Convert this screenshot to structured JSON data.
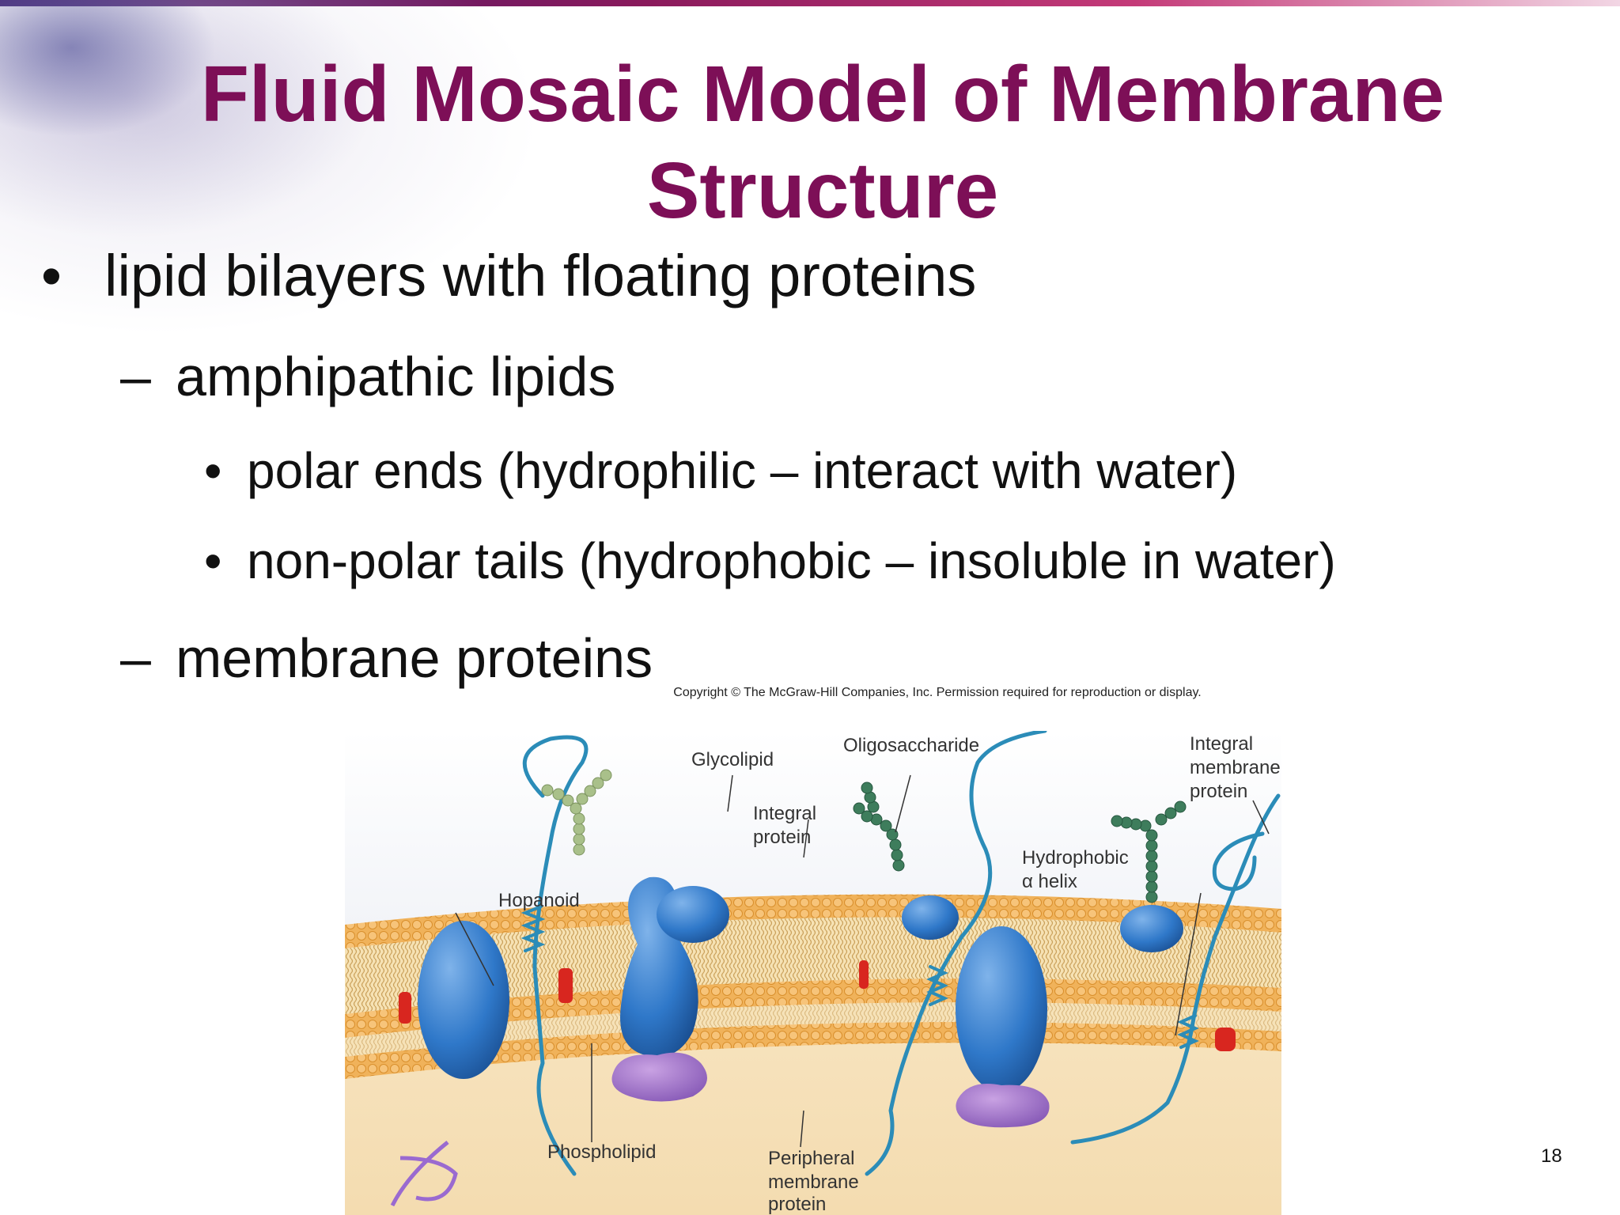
{
  "slide": {
    "title_line1": "Fluid Mosaic Model of Membrane",
    "title_line2": "Structure",
    "page_number": "18",
    "colors": {
      "title": "#7d0f57",
      "text": "#111111"
    }
  },
  "bullets": {
    "marker_round": "•",
    "marker_dash": "–",
    "level1": "lipid bilayers with floating proteins",
    "level2_a": "amphipathic lipids",
    "level3_a": "polar ends (hydrophilic – interact with water)",
    "level3_b": "non-polar tails (hydrophobic – insoluble in water)",
    "level2_b": "membrane proteins"
  },
  "figure": {
    "copyright": "Copyright © The McGraw-Hill Companies, Inc. Permission required for reproduction or display.",
    "labels": {
      "glycolipid": "Glycolipid",
      "oligosaccharide": "Oligosaccharide",
      "integral_membrane_protein": [
        "Integral",
        "membrane",
        "protein"
      ],
      "integral_protein": [
        "Integral",
        "protein"
      ],
      "hydrophobic_helix": [
        "Hydrophobic",
        "α helix"
      ],
      "hopanoid": "Hopanoid",
      "phospholipid": "Phospholipid",
      "peripheral_membrane_protein": [
        "Peripheral",
        "membrane",
        "protein"
      ]
    }
  }
}
